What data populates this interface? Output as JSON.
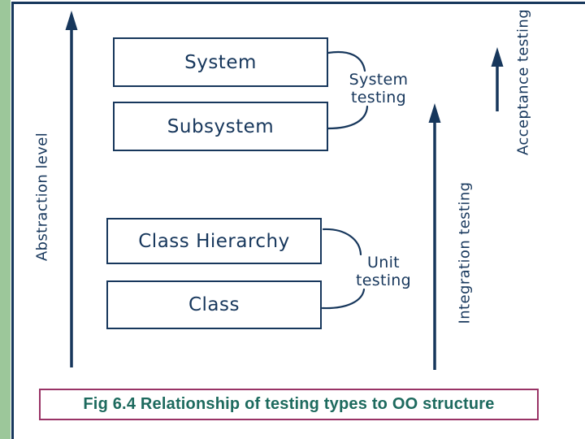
{
  "palette": {
    "navy": "#17375c",
    "sidebar_green": "#9cc79a",
    "caption_border_plum": "#993366",
    "caption_text_teal": "#1d6a5e",
    "background": "#ffffff"
  },
  "figure": {
    "boxes": [
      {
        "name": "system",
        "label": "System"
      },
      {
        "name": "subsystem",
        "label": "Subsystem"
      },
      {
        "name": "class-hierarchy",
        "label": "Class Hierarchy"
      },
      {
        "name": "class",
        "label": "Class"
      }
    ],
    "brace_labels": [
      {
        "name": "system-testing",
        "line1": "System",
        "line2": "testing"
      },
      {
        "name": "unit-testing",
        "line1": "Unit",
        "line2": "testing"
      }
    ],
    "arrows": [
      {
        "name": "abstraction-level",
        "label": "Abstraction level"
      },
      {
        "name": "integration-testing",
        "label": "Integration testing"
      },
      {
        "name": "acceptance-testing",
        "label": "Acceptance testing"
      }
    ],
    "caption": "Fig 6.4 Relationship of testing types to OO structure"
  }
}
